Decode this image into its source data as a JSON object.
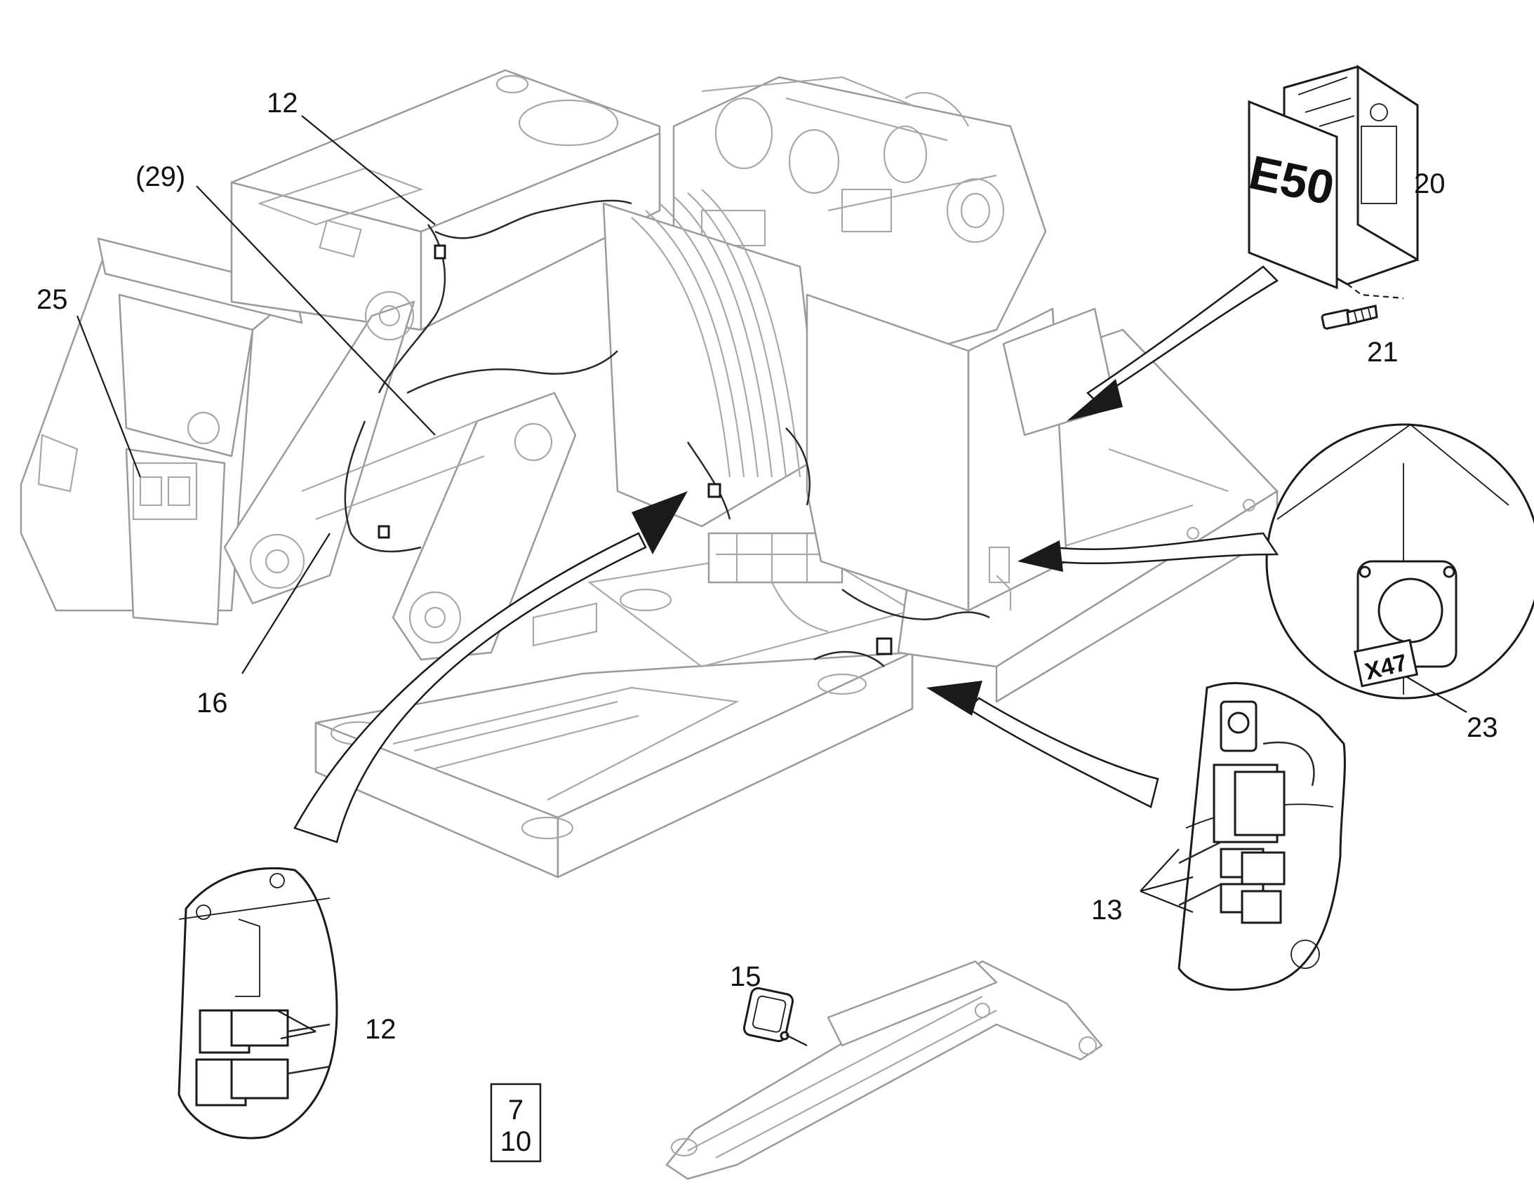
{
  "callouts": {
    "c12_top": "12",
    "c29": "(29)",
    "c25": "25",
    "c20": "20",
    "c21": "21",
    "c16": "16",
    "c23": "23",
    "c13": "13",
    "c15": "15",
    "c12_bottom": "12"
  },
  "box": {
    "top": "7",
    "bottom": "10"
  },
  "labels": {
    "controller": "E50",
    "connector": "X47"
  },
  "colors": {
    "line_art": "#9a9a9a",
    "ink": "#1a1a1a"
  }
}
